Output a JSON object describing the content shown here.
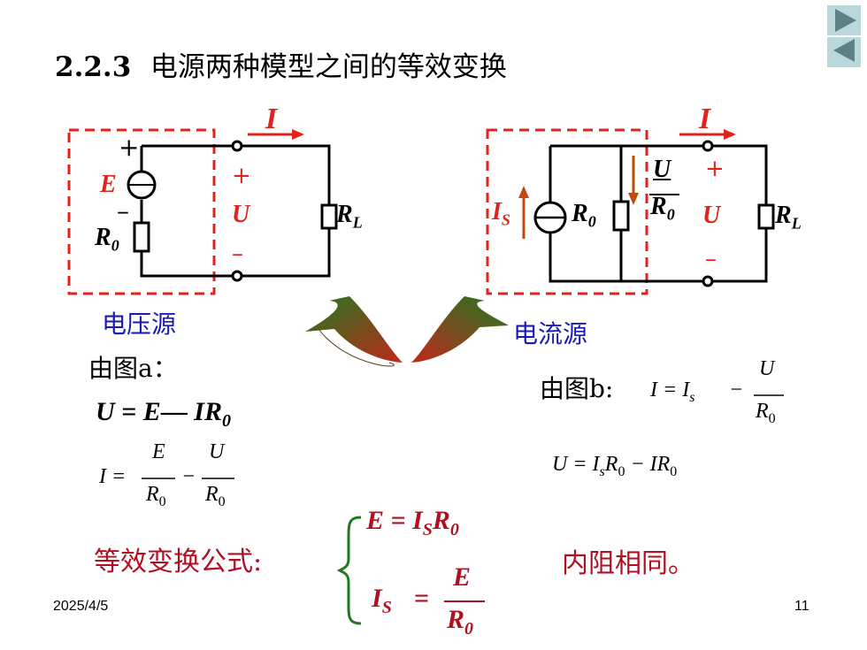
{
  "title": {
    "number": "2.2.3",
    "text": "电源两种模型之间的等效变换"
  },
  "labels": {
    "voltage_source": "电压源",
    "current_source": "电流源",
    "from_fig_a": "由图a：",
    "from_fig_b": "由图b:",
    "formula_caption": "等效变换公式:",
    "same_resistance": "内阻相同。"
  },
  "circuit_a": {
    "plus": "+",
    "minus": "–",
    "E": "E",
    "R0": "R",
    "R0_sub": "0",
    "I": "I",
    "U": "U",
    "RL": "R",
    "RL_sub": "L",
    "u_plus": "+",
    "u_minus": "–"
  },
  "circuit_b": {
    "Is": "I",
    "Is_sub": "S",
    "R0": "R",
    "R0_sub": "0",
    "frac_num": "U",
    "frac_den": "R",
    "frac_den_sub": "0",
    "I": "I",
    "U": "U",
    "RL": "R",
    "RL_sub": "L",
    "u_plus": "+",
    "u_minus": "–"
  },
  "equations": {
    "a1": "U = E",
    "a1_dash": "—",
    "a1_rest": "IR",
    "a1_sub": "0",
    "a2_lhs": "I =",
    "a2_num1": "E",
    "a2_den1": "R",
    "a2_minus": "−",
    "a2_num2": "U",
    "a2_den2": "R",
    "sub0": "0",
    "b1_lhs": "I = I",
    "b1_sub": "s",
    "b1_minus": "−",
    "b1_num": "U",
    "b1_den": "R",
    "b2": "U = I",
    "b2_s": "s",
    "b2_mid": "R",
    "b2_rest": "− IR",
    "f1": "E = I",
    "f1_sub": "S",
    "f1_rest": "R",
    "f2_lhs": "I",
    "f2_sub": "S",
    "f2_eq": "=",
    "f2_num": "E",
    "f2_den": "R"
  },
  "footer": {
    "date": "2025/4/5",
    "page": "11"
  },
  "colors": {
    "red": "#e0241c",
    "blue": "#1a1ab8",
    "formula_red": "#b01020",
    "arrow_green": "#1f7a1f",
    "arrow_red": "#c0281c",
    "nav": "#b9d8dc"
  },
  "icons": {
    "nav_next": "triangle-right-icon",
    "nav_prev": "triangle-left-icon"
  }
}
